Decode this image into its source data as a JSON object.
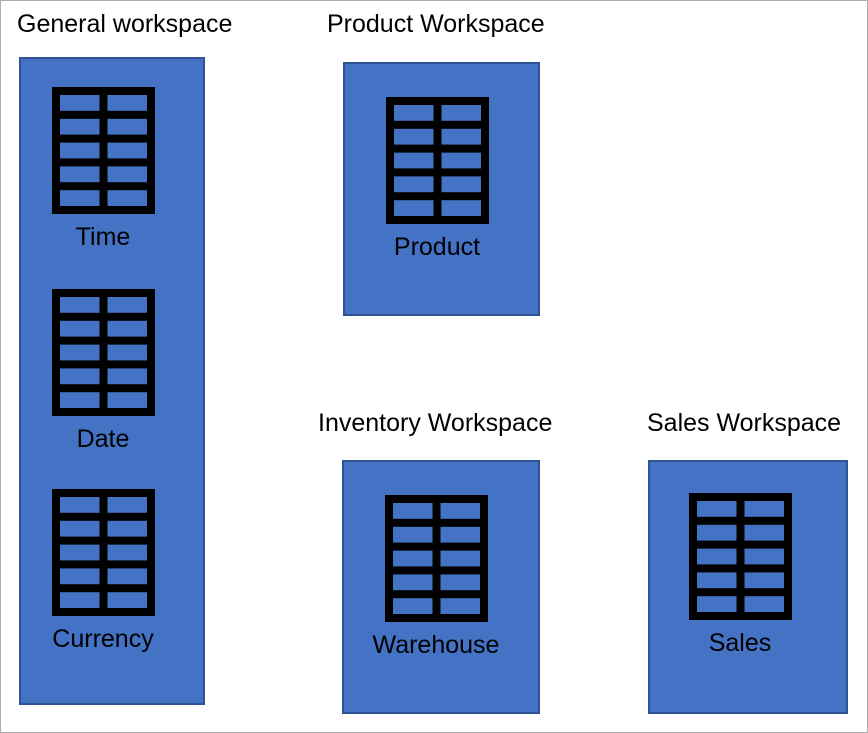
{
  "colors": {
    "canvas_background": "#ffffff",
    "canvas_border": "#ababab",
    "workspace_fill": "#4472c4",
    "workspace_border": "#2f5496",
    "icon_color": "#000000",
    "text_color": "#000000"
  },
  "workspaces": [
    {
      "id": "general",
      "title": "General workspace",
      "tables": [
        {
          "icon": "table-icon",
          "label": "Time"
        },
        {
          "icon": "table-icon",
          "label": "Date"
        },
        {
          "icon": "table-icon",
          "label": "Currency"
        }
      ]
    },
    {
      "id": "product",
      "title": "Product Workspace",
      "tables": [
        {
          "icon": "table-icon",
          "label": "Product"
        }
      ]
    },
    {
      "id": "inventory",
      "title": "Inventory Workspace",
      "tables": [
        {
          "icon": "table-icon",
          "label": "Warehouse"
        }
      ]
    },
    {
      "id": "sales",
      "title": "Sales Workspace",
      "tables": [
        {
          "icon": "table-icon",
          "label": "Sales"
        }
      ]
    }
  ]
}
